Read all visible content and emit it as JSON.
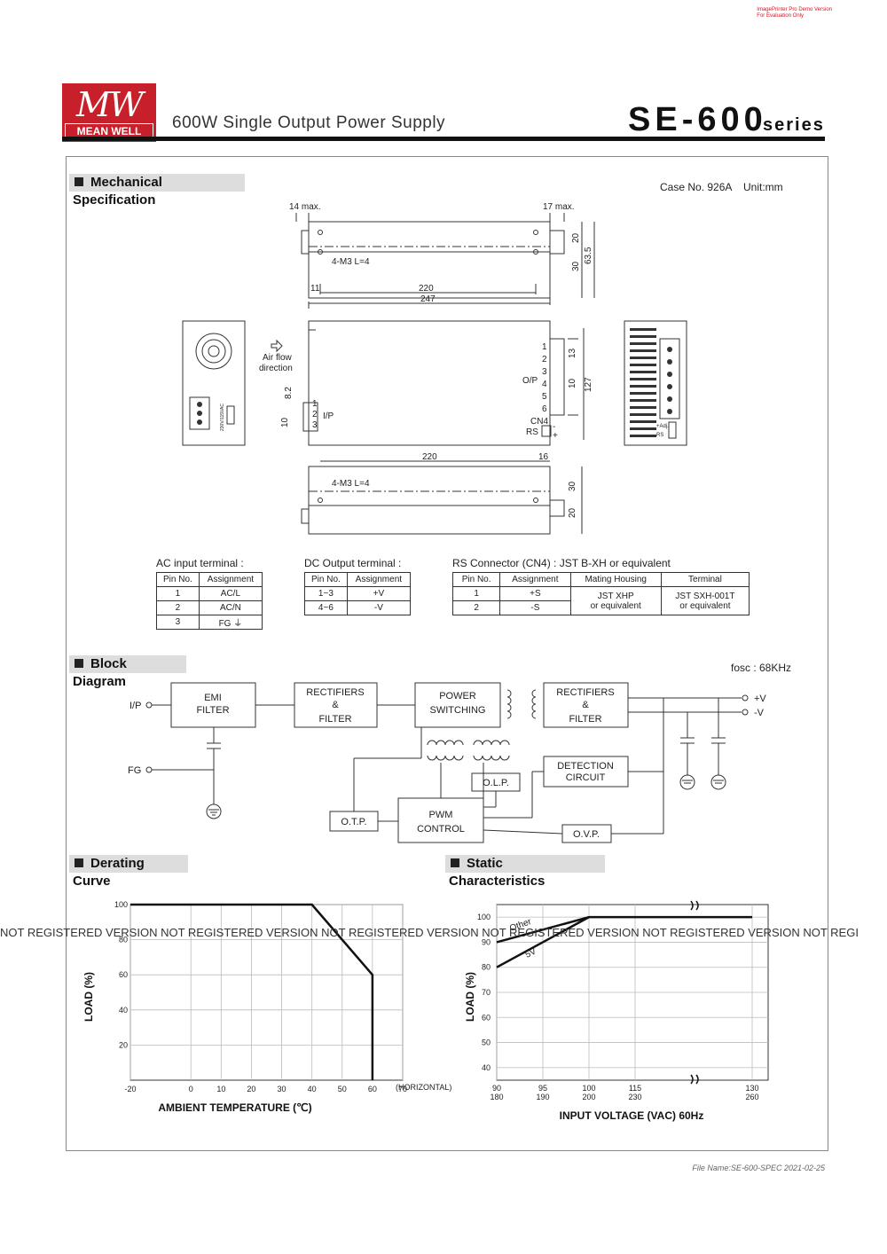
{
  "demo_notice": [
    "ImagePrinter Pro Demo Version",
    "For Evaluation Only"
  ],
  "brand": {
    "logo_mark": "MW",
    "name": "MEAN WELL",
    "color": "#c8202a"
  },
  "subtitle": "600W Single Output Power Supply",
  "model": "SE-600",
  "series": "series",
  "sections": {
    "mechanical": "Mechanical Specification",
    "block": "Block Diagram",
    "derating": "Derating Curve",
    "static": "Static Characteristics"
  },
  "mechanical": {
    "case": "Case No. 926A",
    "unit": "Unit:mm",
    "dims": [
      "14 max.",
      "17 max.",
      "20",
      "63.5",
      "30",
      "4-M3 L=4",
      "11",
      "220",
      "247",
      "127",
      "13",
      "10",
      "8.2",
      "10",
      "220",
      "16",
      "30",
      "20",
      "4-M3 L=4"
    ],
    "labels": {
      "airflow": [
        "Air flow",
        "direction"
      ],
      "ip": "I/P",
      "op": "O/P",
      "cn4": "CN4",
      "rs": "RS",
      "op_pins": [
        "1",
        "2",
        "3",
        "4",
        "5",
        "6"
      ],
      "ip_pins": [
        "1",
        "2",
        "3"
      ],
      "signs": [
        "-",
        "+"
      ],
      "voltage_switch": "230V/115VAC",
      "side": [
        "+Adj.",
        "RS"
      ]
    }
  },
  "tables": {
    "ac": {
      "caption": "AC input terminal :",
      "headers": [
        "Pin No.",
        "Assignment"
      ],
      "rows": [
        [
          "1",
          "AC/L"
        ],
        [
          "2",
          "AC/N"
        ],
        [
          "3",
          "FG ⏚"
        ]
      ]
    },
    "dc": {
      "caption": "DC Output terminal :",
      "headers": [
        "Pin No.",
        "Assignment"
      ],
      "rows": [
        [
          "1~3",
          "+V"
        ],
        [
          "4~6",
          "-V"
        ]
      ]
    },
    "rs": {
      "caption": "RS Connector (CN4) : JST B-XH or equivalent",
      "headers": [
        "Pin No.",
        "Assignment",
        "Mating Housing",
        "Terminal"
      ],
      "rows": [
        [
          "1",
          "+S"
        ],
        [
          "2",
          "-S"
        ]
      ],
      "housing": [
        "JST XHP",
        "or equivalent"
      ],
      "terminal": [
        "JST SXH-001T",
        "or equivalent"
      ]
    }
  },
  "block": {
    "fosc": "fosc : 68KHz",
    "io": {
      "ip": "I/P",
      "fg": "FG",
      "pv": "+V",
      "nv": "-V"
    },
    "blocks": {
      "emi": [
        "EMI",
        "FILTER"
      ],
      "rect1": [
        "RECTIFIERS",
        "&",
        "FILTER"
      ],
      "power": [
        "POWER",
        "SWITCHING"
      ],
      "rect2": [
        "RECTIFIERS",
        "&",
        "FILTER"
      ],
      "detect": [
        "DETECTION",
        "CIRCUIT"
      ],
      "olp": "O.L.P.",
      "otp": "O.T.P.",
      "pwm": [
        "PWM",
        "CONTROL"
      ],
      "ovp": "O.V.P."
    }
  },
  "chart_data": [
    {
      "type": "line",
      "title": "Derating Curve",
      "xlabel": "AMBIENT TEMPERATURE (℃)",
      "ylabel": "LOAD (%)",
      "x_ticks": [
        "-20",
        "0",
        "10",
        "20",
        "30",
        "40",
        "50",
        "60",
        "70"
      ],
      "x_suffix": "(HORIZONTAL)",
      "y_ticks": [
        "20",
        "40",
        "60",
        "80",
        "100"
      ],
      "xlim": [
        -20,
        70
      ],
      "ylim": [
        0,
        100
      ],
      "series": [
        {
          "points": [
            [
              -20,
              100
            ],
            [
              40,
              100
            ],
            [
              60,
              60
            ],
            [
              60,
              0
            ]
          ]
        }
      ]
    },
    {
      "type": "line",
      "title": "Static Characteristics",
      "xlabel": "INPUT VOLTAGE (VAC) 60Hz",
      "ylabel": "LOAD (%)",
      "x_ticks": [
        "90",
        "95",
        "100",
        "115",
        "130"
      ],
      "x_ticks2": [
        "180",
        "190",
        "200",
        "230",
        "260"
      ],
      "y_ticks": [
        "40",
        "50",
        "60",
        "70",
        "80",
        "90",
        "100"
      ],
      "ylim": [
        35,
        105
      ],
      "series": [
        {
          "name": "Other",
          "points": [
            [
              90,
              90
            ],
            [
              100,
              100
            ],
            [
              130,
              100
            ]
          ]
        },
        {
          "name": "5V",
          "points": [
            [
              90,
              80
            ],
            [
              100,
              100
            ]
          ]
        }
      ]
    }
  ],
  "watermark": "NOT REGISTERED VERSION NOT REGISTERED VERSION NOT REGISTERED VERSION NOT REGISTERED VERSION NOT REGISTERED VERSION NOT REGI",
  "footer": "File Name:SE-600-SPEC   2021-02-25"
}
